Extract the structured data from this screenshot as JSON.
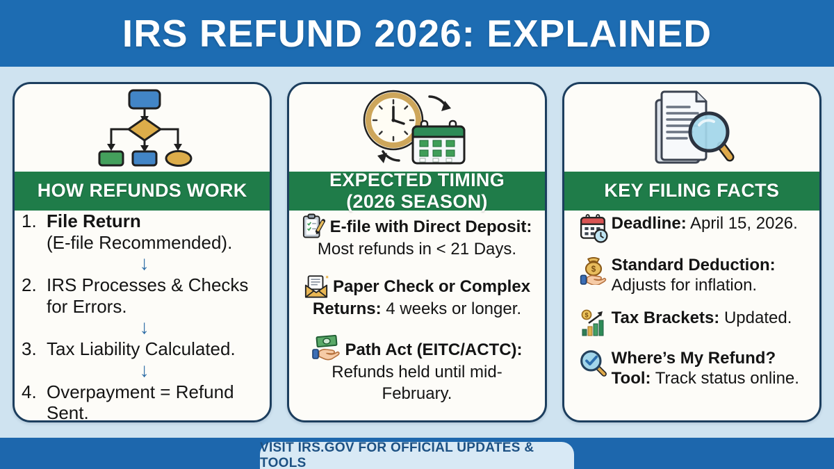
{
  "page": {
    "title": "IRS REFUND 2026: EXPLAINED",
    "footer": "VISIT IRS.GOV FOR OFFICIAL UPDATES & TOOLS"
  },
  "colors": {
    "header_blue": "#1d6cb2",
    "background_light_blue": "#cfe3f0",
    "card_border_navy": "#1c3e5e",
    "band_green": "#1f7c49",
    "flow_arrow_blue": "#2e6da6",
    "footer_strip_blue": "#1d67ad",
    "footer_pill_bg": "#d8e9f5",
    "footer_text_blue": "#1d5183",
    "icon_gold": "#ddad4a",
    "icon_blue": "#4285c6",
    "icon_green": "#44a05c"
  },
  "cards": [
    {
      "header": "HOW REFUNDS WORK",
      "icon": "flowchart-icon",
      "arrow": "↓",
      "items": [
        {
          "num": "1.",
          "bold": "File Return",
          "text": "(E-file Recommended)."
        },
        {
          "num": "2.",
          "text": "IRS Processes & Checks for Errors."
        },
        {
          "num": "3.",
          "text": "Tax Liability Calculated."
        },
        {
          "num": "4.",
          "text": "Overpayment = Refund Sent."
        }
      ]
    },
    {
      "header_line1": "EXPECTED TIMING",
      "header_line2": "(2026 SEASON)",
      "icon": "clock-calendar-icon",
      "items": [
        {
          "icon": "clipboard-pencil-icon",
          "bold": "E-file with Direct Deposit:",
          "text": "Most refunds in < 21 Days."
        },
        {
          "icon": "envelope-letter-icon",
          "bold": "Paper Check or Complex Returns:",
          "text": "4 weeks or longer."
        },
        {
          "icon": "hand-money-icon",
          "bold": "Path Act (EITC/ACTC):",
          "text": "Refunds held until mid-February."
        }
      ]
    },
    {
      "header": "KEY FILING FACTS",
      "icon": "document-magnifier-icon",
      "items": [
        {
          "icon": "calendar-clock-icon",
          "bold": "Deadline:",
          "text": "April 15, 2026."
        },
        {
          "icon": "hand-moneybag-icon",
          "bold": "Standard Deduction:",
          "text": "Adjusts for inflation."
        },
        {
          "icon": "bar-chart-up-icon",
          "bold": "Tax Brackets:",
          "text": "Updated."
        },
        {
          "icon": "magnifier-check-icon",
          "bold": "Where’s My Refund? Tool:",
          "text": "Track status online."
        }
      ]
    }
  ]
}
